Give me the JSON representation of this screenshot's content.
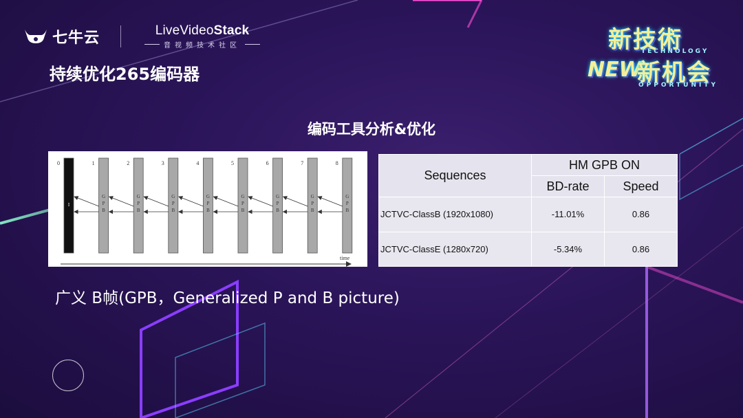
{
  "header": {
    "qiniu_name": "七牛云",
    "lvs_name_light": "LiveVideo",
    "lvs_name_bold": "Stack",
    "lvs_sub": "音视频技术社区",
    "title": "持续优化265编码器"
  },
  "event_logo": {
    "line1": "新技術",
    "tech": "TECHNOLOGY",
    "new": "NEW",
    "line2": "新机会",
    "opportunity": "OPPORTUNITY"
  },
  "subtitle": "编码工具分析&优化",
  "diagram": {
    "frame_indices": [
      "0",
      "1",
      "2",
      "3",
      "4",
      "5",
      "6",
      "7",
      "8"
    ],
    "first_frame_label": "I",
    "gpb_label": [
      "G",
      "P",
      "B"
    ],
    "time_label": "time"
  },
  "table": {
    "header_seq": "Sequences",
    "header_group": "HM GPB ON",
    "header_bd": "BD-rate",
    "header_speed": "Speed",
    "rows": [
      {
        "seq": "JCTVC-ClassB (1920x1080)",
        "bd": "-11.01%",
        "speed": "0.86"
      },
      {
        "seq": "JCTVC-ClassE (1280x720)",
        "bd": "-5.34%",
        "speed": "0.86"
      }
    ]
  },
  "caption": "广义 B帧(GPB，Generalized P and B picture)",
  "colors": {
    "background": "#2a1458",
    "accent_yellow": "#f4ef9a",
    "accent_cyan": "#00e5ff",
    "accent_pink": "#ff4fd8",
    "accent_purple": "#8a3dff"
  }
}
